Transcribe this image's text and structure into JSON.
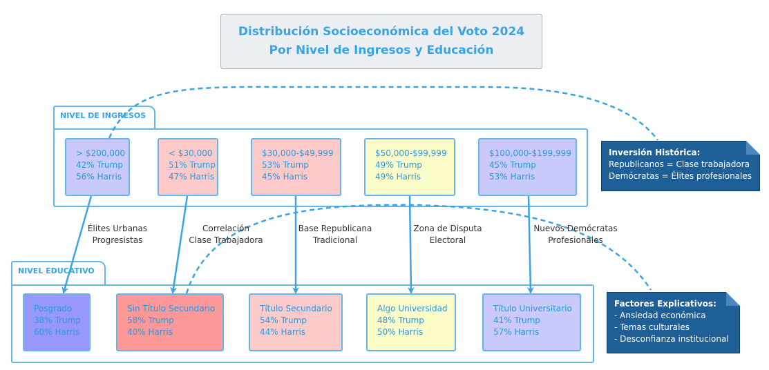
{
  "title": {
    "line1": "Distribución Socioeconómica del Voto 2024",
    "line2": "Por Nivel de Ingresos y Educación"
  },
  "income_group": {
    "label": "NIVEL DE INGRESOS",
    "cards": [
      {
        "range": "> $200,000",
        "trump": "42% Trump",
        "harris": "56% Harris",
        "color": "#c9c9fb"
      },
      {
        "range": "< $30,000",
        "trump": "51% Trump",
        "harris": "47% Harris",
        "color": "#fdcaca"
      },
      {
        "range": "$30,000-$49,999",
        "trump": "53% Trump",
        "harris": "45% Harris",
        "color": "#fdcaca"
      },
      {
        "range": "$50,000-$99,999",
        "trump": "49% Trump",
        "harris": "49% Harris",
        "color": "#fdfdc9"
      },
      {
        "range": "$100,000-$199,999",
        "trump": "45% Trump",
        "harris": "53% Harris",
        "color": "#c9c9fb"
      }
    ]
  },
  "education_group": {
    "label": "NIVEL EDUCATIVO",
    "cards": [
      {
        "level": "Posgrado",
        "trump": "38% Trump",
        "harris": "60% Harris",
        "color": "#9898fb"
      },
      {
        "level": "Sin Título Secundario",
        "trump": "58% Trump",
        "harris": "40% Harris",
        "color": "#fd9898"
      },
      {
        "level": "Título Secundario",
        "trump": "54% Trump",
        "harris": "44% Harris",
        "color": "#fdcaca"
      },
      {
        "level": "Algo Universidad",
        "trump": "48% Trump",
        "harris": "50% Harris",
        "color": "#fdfdc9"
      },
      {
        "level": "Título Universitario",
        "trump": "41% Trump",
        "harris": "57% Harris",
        "color": "#c9c9fb"
      }
    ]
  },
  "connections": [
    {
      "line1": "Élites Urbanas",
      "line2": "Progresistas"
    },
    {
      "line1": "Correlación",
      "line2": "Clase Trabajadora"
    },
    {
      "line1": "Base Republicana",
      "line2": "Tradicional"
    },
    {
      "line1": "Zona de Disputa",
      "line2": "Electoral"
    },
    {
      "line1": "Nuevos Demócratas",
      "line2": "Profesionales"
    }
  ],
  "notes": {
    "historical": {
      "title": "Inversión Histórica:",
      "lines": [
        "Republicanos = Clase trabajadora",
        "Demócratas = Élites profesionales"
      ]
    },
    "factors": {
      "title": "Factores Explicativos:",
      "lines": [
        "- Ansiedad económica",
        "- Temas culturales",
        "- Desconfianza institucional"
      ]
    }
  },
  "colors": {
    "accent": "#3aa3e3",
    "border": "#63b6ea",
    "note_bg": "#1d5f96"
  }
}
